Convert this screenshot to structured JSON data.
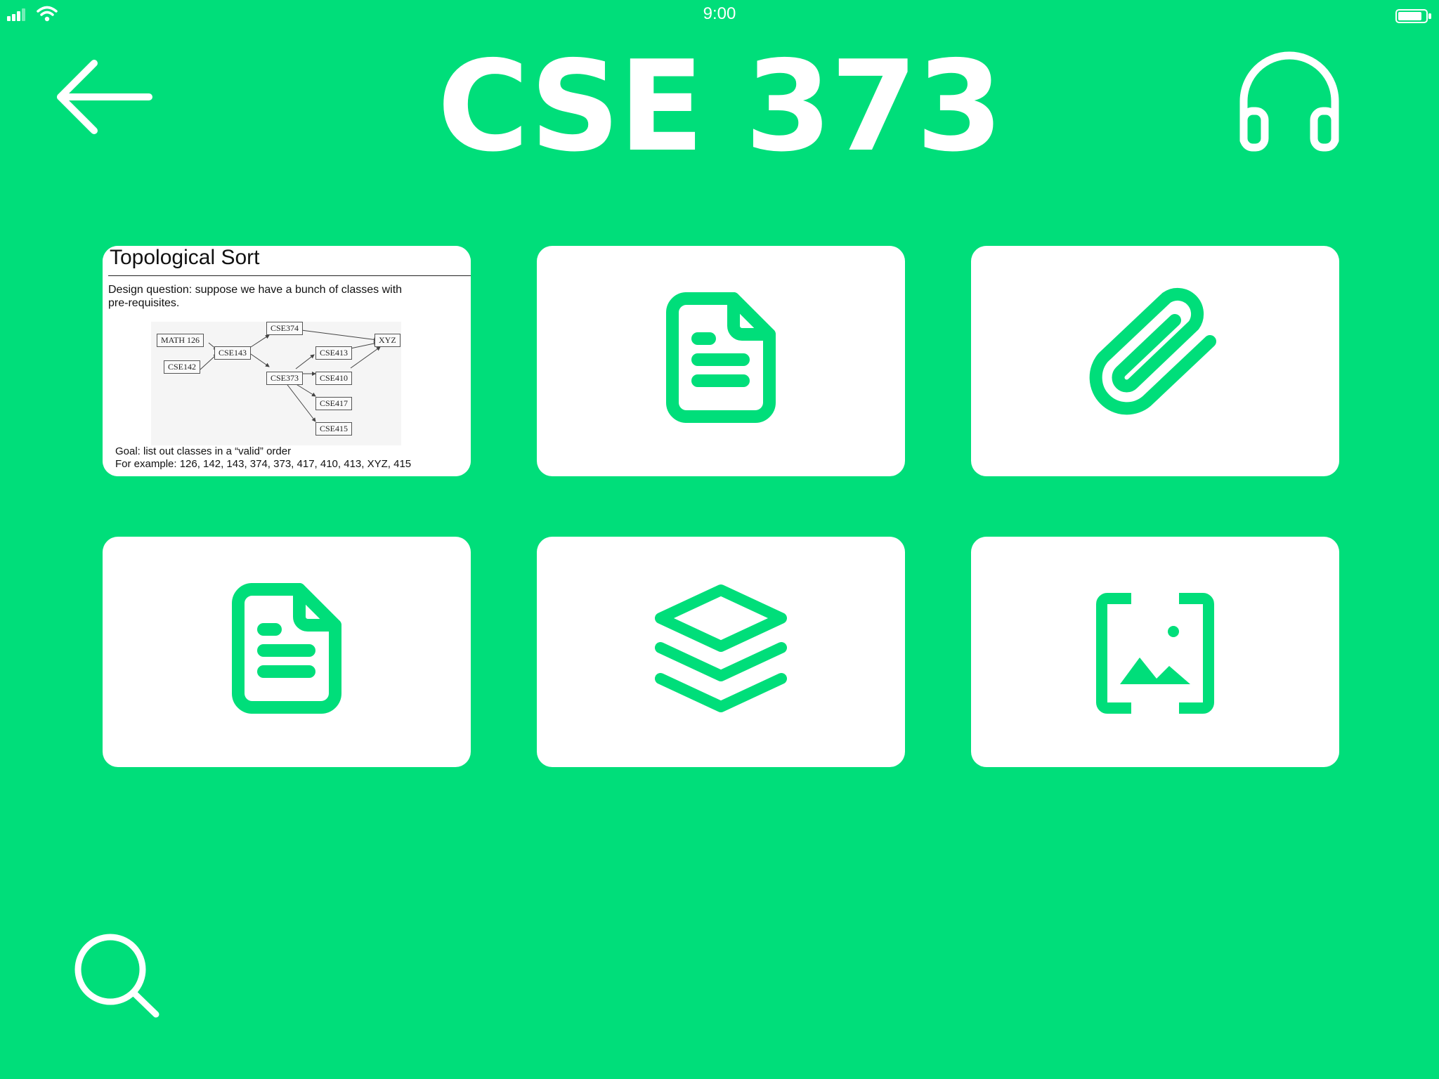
{
  "status": {
    "time": "9:00"
  },
  "header": {
    "title": "CSE 373"
  },
  "colors": {
    "background": "#00DE7A",
    "tile": "#FFFFFF",
    "icon": "#00DE7A"
  },
  "tiles": [
    {
      "kind": "slide-preview",
      "slide": {
        "title": "Topological Sort",
        "question_line1": "Design question: suppose we have a bunch of classes with",
        "question_line2": "pre-requisites.",
        "nodes": [
          "MATH 126",
          "CSE142",
          "CSE143",
          "CSE374",
          "CSE373",
          "CSE413",
          "CSE410",
          "CSE417",
          "CSE415",
          "XYZ"
        ],
        "goal_line1": "Goal: list out classes in a “valid” order",
        "goal_line2": "For example: 126, 142, 143, 374, 373, 417, 410, 413, XYZ, 415"
      }
    },
    {
      "kind": "icon",
      "icon": "document-icon"
    },
    {
      "kind": "icon",
      "icon": "paperclip-icon"
    },
    {
      "kind": "icon",
      "icon": "document-icon"
    },
    {
      "kind": "icon",
      "icon": "layers-icon"
    },
    {
      "kind": "icon",
      "icon": "image-scan-icon"
    }
  ],
  "toolbar": {
    "back_icon": "arrow-left-icon",
    "audio_icon": "headphones-icon",
    "search_icon": "search-icon"
  }
}
